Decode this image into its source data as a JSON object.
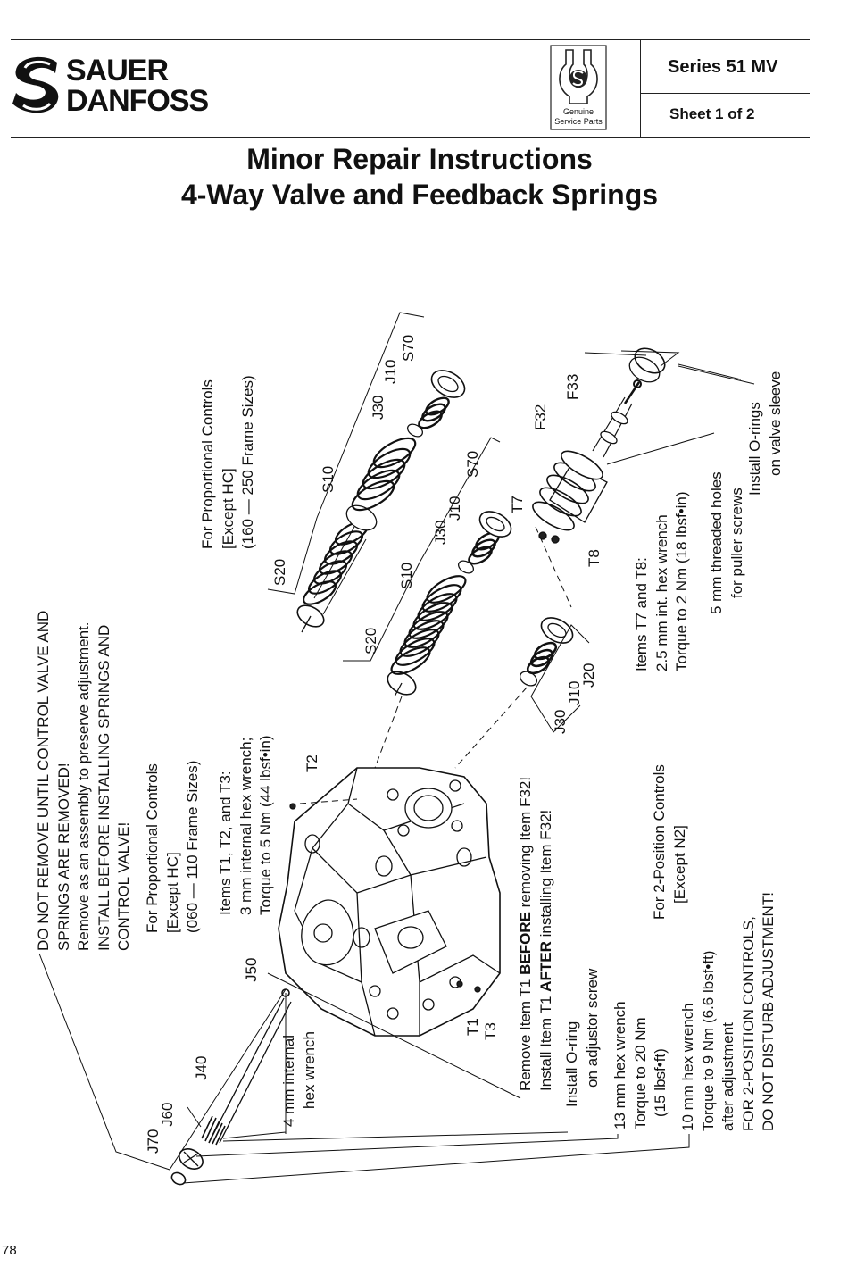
{
  "header": {
    "brand_line1": "SAUER",
    "brand_line2": "DANFOSS",
    "badge_line1": "Genuine",
    "badge_line2": "Service Parts",
    "series": "Series 51 MV",
    "sheet": "Sheet 1 of 2"
  },
  "title": {
    "line1": "Minor Repair Instructions",
    "line2": "4-Way Valve and Feedback Springs"
  },
  "notes": {
    "warning": [
      "DO NOT REMOVE UNTIL CONTROL VALVE AND",
      "SPRINGS ARE REMOVED!",
      "Remove as an assembly to preserve adjustment.",
      "INSTALL BEFORE INSTALLING SPRINGS AND",
      "CONTROL VALVE!"
    ],
    "prop_small": [
      "For Proportional Controls",
      "[Except HC]",
      "(060 — 110 Frame Sizes)"
    ],
    "t_items": [
      "Items T1, T2, and T3:",
      "3 mm internal hex wrench;",
      "Torque to 5 Nm (44 lbsf•in)"
    ],
    "prop_large": [
      "For Proportional Controls",
      "[Except HC]",
      "(160 — 250 Frame Sizes)"
    ],
    "t1_order_1a": "Remove Item T1 ",
    "t1_order_1b": "BEFORE",
    "t1_order_1c": " removing Item F32!",
    "t1_order_2a": "Install Item T1 ",
    "t1_order_2b": "AFTER",
    "t1_order_2c": " installing Item F32!",
    "two_pos": [
      "For 2-Position Controls",
      "[Except N2]"
    ],
    "t78": [
      "Items T7 and T8:",
      "2.5 mm int. hex wrench",
      "Torque to 2 Nm (18 lbsf•in)"
    ],
    "threaded": [
      "5 mm threaded holes",
      "for puller screws"
    ],
    "sleeve": [
      "Install O-rings",
      "on valve sleeve"
    ],
    "oring": [
      "Install O-ring",
      "on adjustor screw"
    ],
    "hex13": [
      "13 mm hex wrench",
      "Torque to 20 Nm",
      "(15 lbsf•ft)"
    ],
    "hex10": [
      "10 mm hex wrench",
      "Torque to 9 Nm (6.6 lbsf•ft)",
      "after adjustment",
      "FOR 2-POSITION CONTROLS,",
      "DO NOT DISTURB ADJUSTMENT!"
    ],
    "hex4": [
      "4 mm internal",
      "hex wrench"
    ]
  },
  "labels": {
    "S70a": "S70",
    "J10a": "J10",
    "J30a": "J30",
    "S10a": "S10",
    "S20a": "S20",
    "S70b": "S70",
    "J10b": "J10",
    "J30b": "J30",
    "S10b": "S10",
    "S20b": "S20",
    "J20c": "J20",
    "J10c": "J10",
    "J30c": "J30",
    "F33": "F33",
    "F32": "F32",
    "T7": "T7",
    "T8": "T8",
    "T2": "T2",
    "T1": "T1",
    "T3": "T3",
    "J50": "J50",
    "J40": "J40",
    "J60": "J60",
    "J70": "J70"
  },
  "footer": {
    "page_number": "78"
  }
}
